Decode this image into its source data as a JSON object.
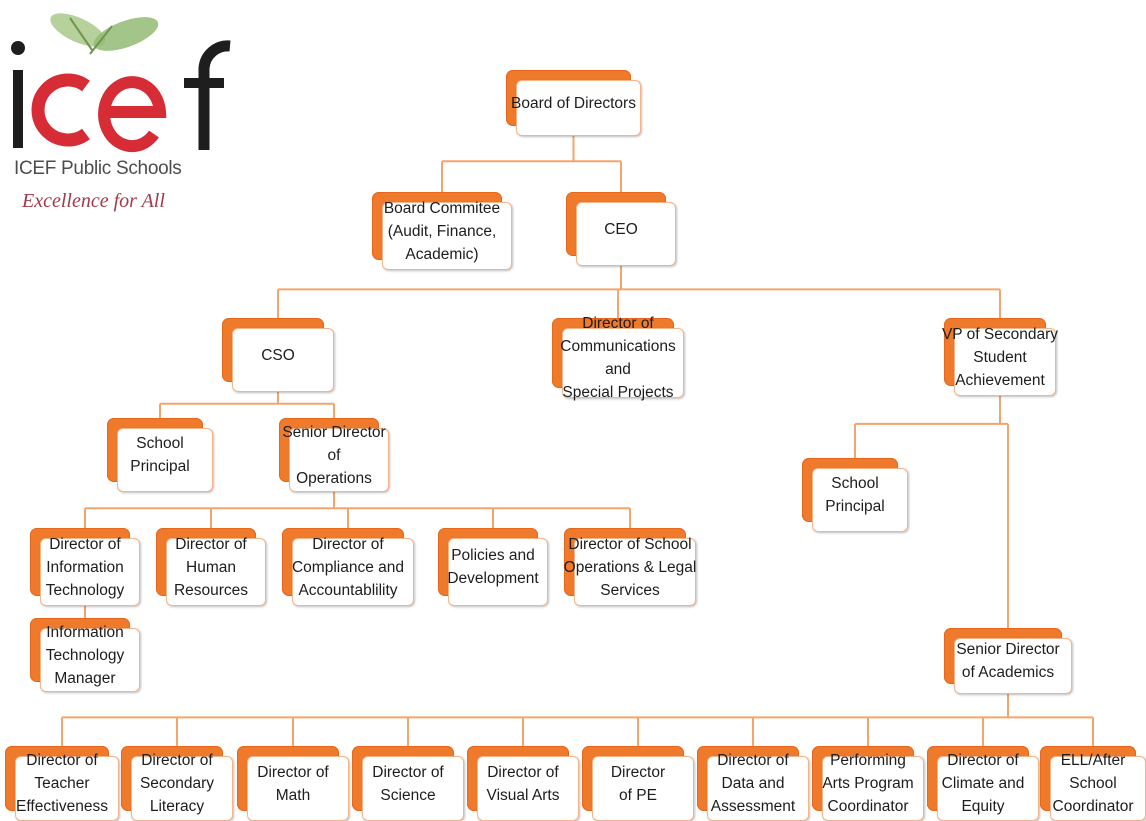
{
  "logo": {
    "name": "ICEF Public Schools",
    "tagline": "Excellence for All",
    "wordmark": "icef",
    "colors": {
      "red": "#d62c36",
      "dark": "#1e1e1e",
      "leaf": "#8fb66a"
    }
  },
  "colors": {
    "box_back": "#ef7a2c",
    "box_border": "#f6b489",
    "connector": "#f5a56b"
  },
  "nodes": [
    {
      "id": "board",
      "label": "Board of Directors"
    },
    {
      "id": "committee",
      "label": "Board Commitee\n(Audit, Finance,\nAcademic)"
    },
    {
      "id": "ceo",
      "label": "CEO"
    },
    {
      "id": "cso",
      "label": "CSO"
    },
    {
      "id": "comms",
      "label": "Director of\nCommunications and\nSpecial Projects"
    },
    {
      "id": "vp",
      "label": "VP of Secondary\nStudent\nAchievement"
    },
    {
      "id": "principal1",
      "label": "School\nPrincipal"
    },
    {
      "id": "sdops",
      "label": "Senior Director of\nOperations"
    },
    {
      "id": "principal2",
      "label": "School\nPrincipal"
    },
    {
      "id": "dit",
      "label": "Director of\nInformation\nTechnology"
    },
    {
      "id": "dhr",
      "label": "Director of\nHuman\nResources"
    },
    {
      "id": "dcomp",
      "label": "Director of\nCompliance and\nAccountablility"
    },
    {
      "id": "policies",
      "label": "Policies and\nDevelopment"
    },
    {
      "id": "dschool",
      "label": "Director of School\nOperations & Legal\nServices"
    },
    {
      "id": "itm",
      "label": "Information\nTechnology\nManager"
    },
    {
      "id": "sdacad",
      "label": "Senior Director\nof Academics"
    },
    {
      "id": "dte",
      "label": "Director of\nTeacher\nEffectiveness"
    },
    {
      "id": "dsl",
      "label": "Director of\nSecondary\nLiteracy"
    },
    {
      "id": "dmath",
      "label": "Director of\nMath"
    },
    {
      "id": "dsci",
      "label": "Director of\nScience"
    },
    {
      "id": "dva",
      "label": "Director of\nVisual Arts"
    },
    {
      "id": "dpe",
      "label": "Director\nof PE"
    },
    {
      "id": "dda",
      "label": "Director of\nData and\nAssessment"
    },
    {
      "id": "pa",
      "label": "Performing\nArts Program\nCoordinator"
    },
    {
      "id": "dce",
      "label": "Director of\nClimate and\nEquity"
    },
    {
      "id": "ell",
      "label": "ELL/After\nSchool\nCoordinator"
    }
  ],
  "edges": [
    [
      "board",
      "committee"
    ],
    [
      "board",
      "ceo"
    ],
    [
      "ceo",
      "cso"
    ],
    [
      "ceo",
      "comms"
    ],
    [
      "ceo",
      "vp"
    ],
    [
      "cso",
      "principal1"
    ],
    [
      "cso",
      "sdops"
    ],
    [
      "sdops",
      "dit"
    ],
    [
      "sdops",
      "dhr"
    ],
    [
      "sdops",
      "dcomp"
    ],
    [
      "sdops",
      "policies"
    ],
    [
      "sdops",
      "dschool"
    ],
    [
      "dit",
      "itm"
    ],
    [
      "vp",
      "principal2"
    ],
    [
      "vp",
      "sdacad"
    ],
    [
      "sdacad",
      "dte"
    ],
    [
      "sdacad",
      "dsl"
    ],
    [
      "sdacad",
      "dmath"
    ],
    [
      "sdacad",
      "dsci"
    ],
    [
      "sdacad",
      "dva"
    ],
    [
      "sdacad",
      "dpe"
    ],
    [
      "sdacad",
      "dda"
    ],
    [
      "sdacad",
      "pa"
    ],
    [
      "sdacad",
      "dce"
    ],
    [
      "sdacad",
      "ell"
    ]
  ]
}
